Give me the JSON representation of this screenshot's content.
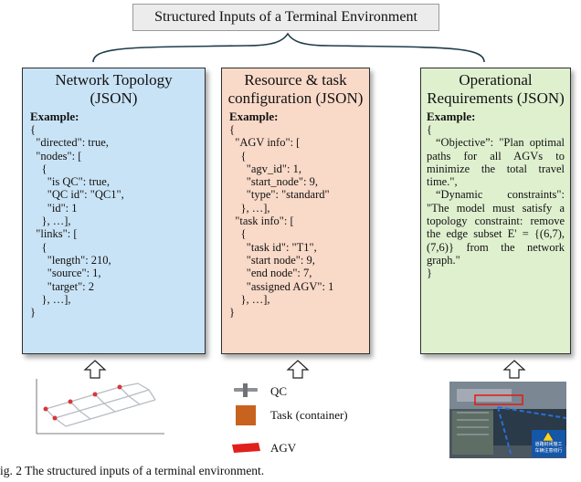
{
  "header": {
    "title": "Structured Inputs of a Terminal Environment"
  },
  "panels": {
    "network": {
      "title_line1": "Network Topology",
      "title_line2": "(JSON)",
      "example_label": "Example:",
      "code": "{\n  \"directed\": true,\n  \"nodes\": [\n    {\n      \"is QC\": true,\n      \"QC id\": \"QC1\",\n      \"id\": 1\n    }, …],\n  \"links\": [\n    {\n      \"length\": 210,\n      \"source\": 1,\n      \"target\": 2\n    }, …],\n}"
    },
    "resource": {
      "title_line1": "Resource & task",
      "title_line2": "configuration (JSON)",
      "example_label": "Example:",
      "code": "{\n  \"AGV info\": [\n    {\n      \"agv_id\": 1,\n      \"start_node\": 9,\n      \"type\": \"standard\"\n    }, …],\n  \"task info\": [\n    {\n      \"task id\": \"T1\",\n      \"start node\": 9,\n      \"end node\": 7,\n      \"assigned AGV\": 1\n    }, …],\n}"
    },
    "operational": {
      "title_line1": "Operational",
      "title_line2": "Requirements (JSON)",
      "example_label": "Example:",
      "open_brace": "{",
      "objective": "“Objective”: \"Plan optimal paths for all AGVs to minimize the total travel time.\",",
      "constraints": "“Dynamic constraints\": \"The model must satisfy a topology constraint: remove the edge subset E' = {(6,7), (7,6)} from the network graph.\"",
      "close_brace": "}"
    }
  },
  "legend": {
    "qc": "QC",
    "task": "Task (container)",
    "agv": "AGV"
  },
  "sign": {
    "line1": "道路封闭施工",
    "line2": "车辆注意绕行"
  },
  "caption": "ig. 2 The structured inputs of a terminal environment.",
  "colors": {
    "panel_blue": "#c9e3f6",
    "panel_peach": "#f9d9c8",
    "panel_green": "#dff0cf",
    "task_orange": "#c8621f",
    "agv_red": "#e0201c",
    "node_red": "#d9363a"
  }
}
